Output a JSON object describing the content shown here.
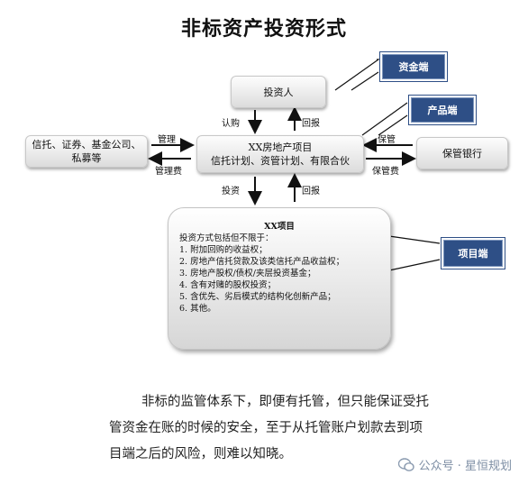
{
  "title": "非标资产投资形式",
  "nodes": {
    "investor": "投资人",
    "trust": "信托、证券、基金公司、私募等",
    "center": [
      "XX房地产项目",
      "信托计划、资管计划、有限合伙"
    ],
    "bank": "保管银行"
  },
  "tags": {
    "capital": "资金端",
    "product": "产品端",
    "project": "项目端"
  },
  "edges": {
    "subscribe": "认购",
    "return_top": "回报",
    "manage": "管理",
    "manage_fee": "管理费",
    "custody": "保管",
    "custody_fee": "保管费",
    "invest": "投资",
    "return_bottom": "回报"
  },
  "project": {
    "title": "XX项目",
    "intro": "投资方式包括但不限于：",
    "items": [
      "1. 附加回购的收益权；",
      "2. 房地产信托贷款及该类信托产品收益权；",
      "3. 房地产股权/债权/夹层投资基金；",
      "4. 含有对赌的股权投资；",
      "5. 含优先、劣后模式的结构化创新产品；",
      "6. 其他。"
    ]
  },
  "caption": [
    "非标的监管体系下，即便有托管，但只能保证受托",
    "管资金在账的时候的安全，至于从托管账户划款去到项",
    "目端之后的风险，则难以知晓。"
  ],
  "watermark": "公众号 · 星恒规划"
}
